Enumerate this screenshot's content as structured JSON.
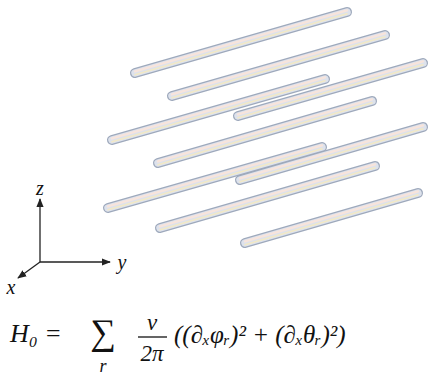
{
  "diagram": {
    "labels": [
      "z",
      "y",
      "x",
      "H₀ =",
      "∑",
      "r",
      "v",
      "2π",
      "((∂ₓφᵣ)² + (∂ₓθᵣ)²)"
    ]
  }
}
